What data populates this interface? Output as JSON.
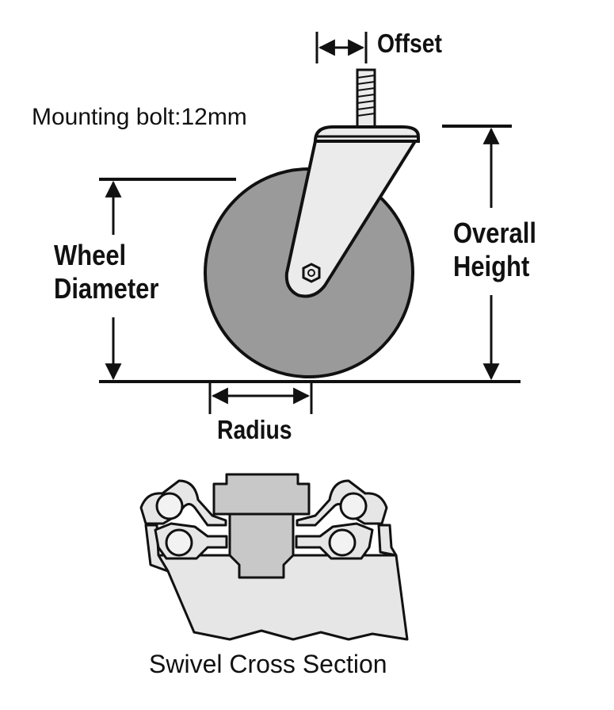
{
  "labels": {
    "offset": "Offset",
    "mounting_bolt": "Mounting bolt:12mm",
    "wheel_diameter_line1": "Wheel",
    "wheel_diameter_line2": "Diameter",
    "overall_height_line1": "Overall",
    "overall_height_line2": "Height",
    "radius": "Radius",
    "swivel_cross_section": "Swivel Cross Section"
  },
  "colors": {
    "line": "#111111",
    "wheel": "#9a9a9a",
    "bracket": "#ebebeb",
    "hub": "#cfcfcf",
    "section_fill": "#e6e6e6",
    "section_dark": "#c8c8c8"
  }
}
